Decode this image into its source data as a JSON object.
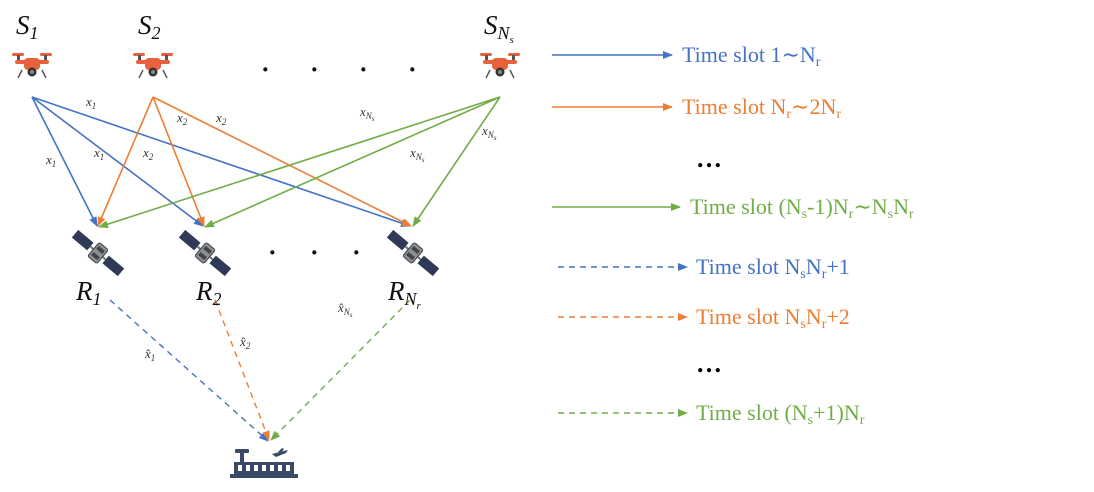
{
  "sources": [
    {
      "label": "S",
      "sub": "1"
    },
    {
      "label": "S",
      "sub": "2"
    },
    {
      "label": "S",
      "sub": "N",
      "subsub": "s"
    }
  ],
  "relays": [
    {
      "label": "R",
      "sub": "1"
    },
    {
      "label": "R",
      "sub": "2"
    },
    {
      "label": "R",
      "sub": "N",
      "subsub": "r"
    }
  ],
  "edge_labels": {
    "x1": {
      "base": "x",
      "sub": "1"
    },
    "x2": {
      "base": "x",
      "sub": "2"
    },
    "xNs": {
      "base": "x",
      "sub": "N",
      "subsub": "s"
    },
    "xhat1": {
      "base": "x̂",
      "sub": "1"
    },
    "xhat2": {
      "base": "x̂",
      "sub": "2"
    },
    "xhatNs": {
      "base": "x̂",
      "sub": "N",
      "subsub": "s"
    }
  },
  "colors": {
    "blue": "#4472C4",
    "orange": "#ED7D31",
    "green": "#70AD47",
    "drone": "#E8603C",
    "satellite": "#2F3B56",
    "station": "#3A4A66"
  },
  "legend": [
    {
      "color": "blue",
      "dashed": false,
      "prefix": "Time slot",
      "parts": [
        "1",
        "~",
        "N",
        "r"
      ]
    },
    {
      "color": "orange",
      "dashed": false,
      "prefix": "Time slot",
      "parts": [
        "N",
        "r",
        "~",
        "2N",
        "r"
      ]
    },
    {
      "ellipsis": "…"
    },
    {
      "color": "green",
      "dashed": false,
      "prefix": "Time slot",
      "parts": [
        "(N",
        "s",
        "-1)N",
        "r",
        "~",
        "N",
        "s",
        "N",
        "r"
      ]
    },
    {
      "color": "blue",
      "dashed": true,
      "prefix": "Time slot",
      "parts": [
        "N",
        "s",
        "N",
        "r",
        "+1"
      ]
    },
    {
      "color": "orange",
      "dashed": true,
      "prefix": "Time slot",
      "parts": [
        "N",
        "s",
        "N",
        "r",
        "+2"
      ]
    },
    {
      "ellipsis": "…"
    },
    {
      "color": "green",
      "dashed": true,
      "prefix": "Time slot",
      "parts": [
        "(N",
        "s",
        "+1)N",
        "r"
      ]
    }
  ],
  "dots_text": "·",
  "icons": {
    "drone": "drone-icon",
    "satellite": "satellite-icon",
    "station": "ground-station-icon"
  }
}
